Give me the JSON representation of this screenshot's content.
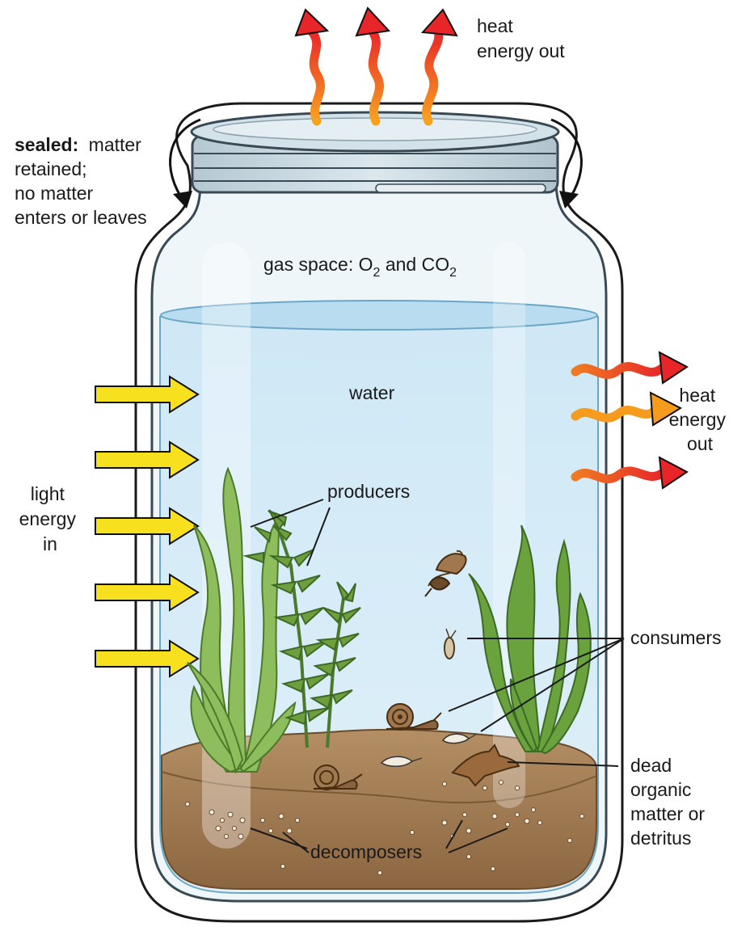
{
  "labels": {
    "heat_top": [
      "heat",
      "energy out"
    ],
    "heat_right": [
      "heat",
      "energy",
      "out"
    ],
    "sealed_bold": "sealed:",
    "sealed_rest": "matter",
    "sealed_lines": [
      "retained;",
      "no matter",
      "enters or leaves"
    ],
    "gas_prefix": "gas space: O",
    "gas_sub1": "2",
    "gas_mid": " and CO",
    "gas_sub2": "2",
    "water": "water",
    "light": [
      "light",
      "energy",
      "in"
    ],
    "producers": "producers",
    "consumers": "consumers",
    "detritus": [
      "dead",
      "organic",
      "matter or",
      "detritus"
    ],
    "decomposers": "decomposers"
  },
  "colors": {
    "light_arrow": "#f7e01e",
    "heat_arrow_red": "#e8262a",
    "heat_arrow_orange": "#f59b1e",
    "water": "#d7ecf7",
    "soil_top": "#b48e64",
    "soil_bottom": "#8c6640",
    "lid": "#c9d8e0",
    "glass_outline": "#3a4a55"
  }
}
